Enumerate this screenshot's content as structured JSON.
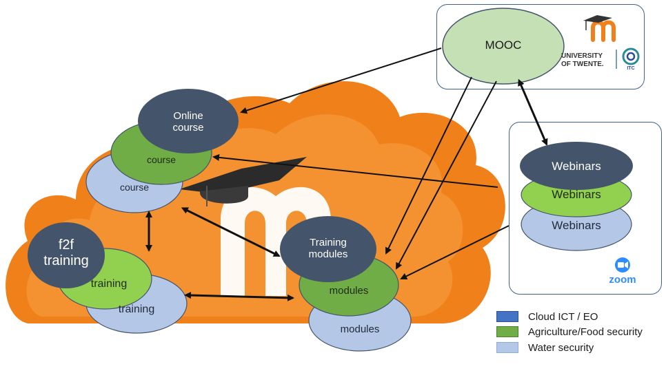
{
  "colors": {
    "dark": "#44546a",
    "green": "#70ad47",
    "bright_green": "#92d050",
    "light_blue": "#b4c7e7",
    "mooc": "#c5e0b4",
    "orange": "#f0801a",
    "legend_blue": "#4472c4"
  },
  "mooc": {
    "label": "MOOC"
  },
  "university": {
    "line1": "UNIVERSITY",
    "line2": "OF TWENTE.",
    "itc": "ITC"
  },
  "online_course": {
    "front": "Online course",
    "middle": "course",
    "back": "course"
  },
  "f2f": {
    "front": "f2f training",
    "middle": "training",
    "back": "training"
  },
  "modules": {
    "front": "Training modules",
    "middle": "modules",
    "back": "modules"
  },
  "webinars": {
    "front": "Webinars",
    "middle": "Webinars",
    "back": "Webinars"
  },
  "zoom": {
    "label": "zoom"
  },
  "legend": [
    {
      "label": "Cloud ICT / EO",
      "color": "#4472c4"
    },
    {
      "label": "Agriculture/Food security",
      "color": "#70ad47"
    },
    {
      "label": "Water security",
      "color": "#b4c7e7"
    }
  ]
}
